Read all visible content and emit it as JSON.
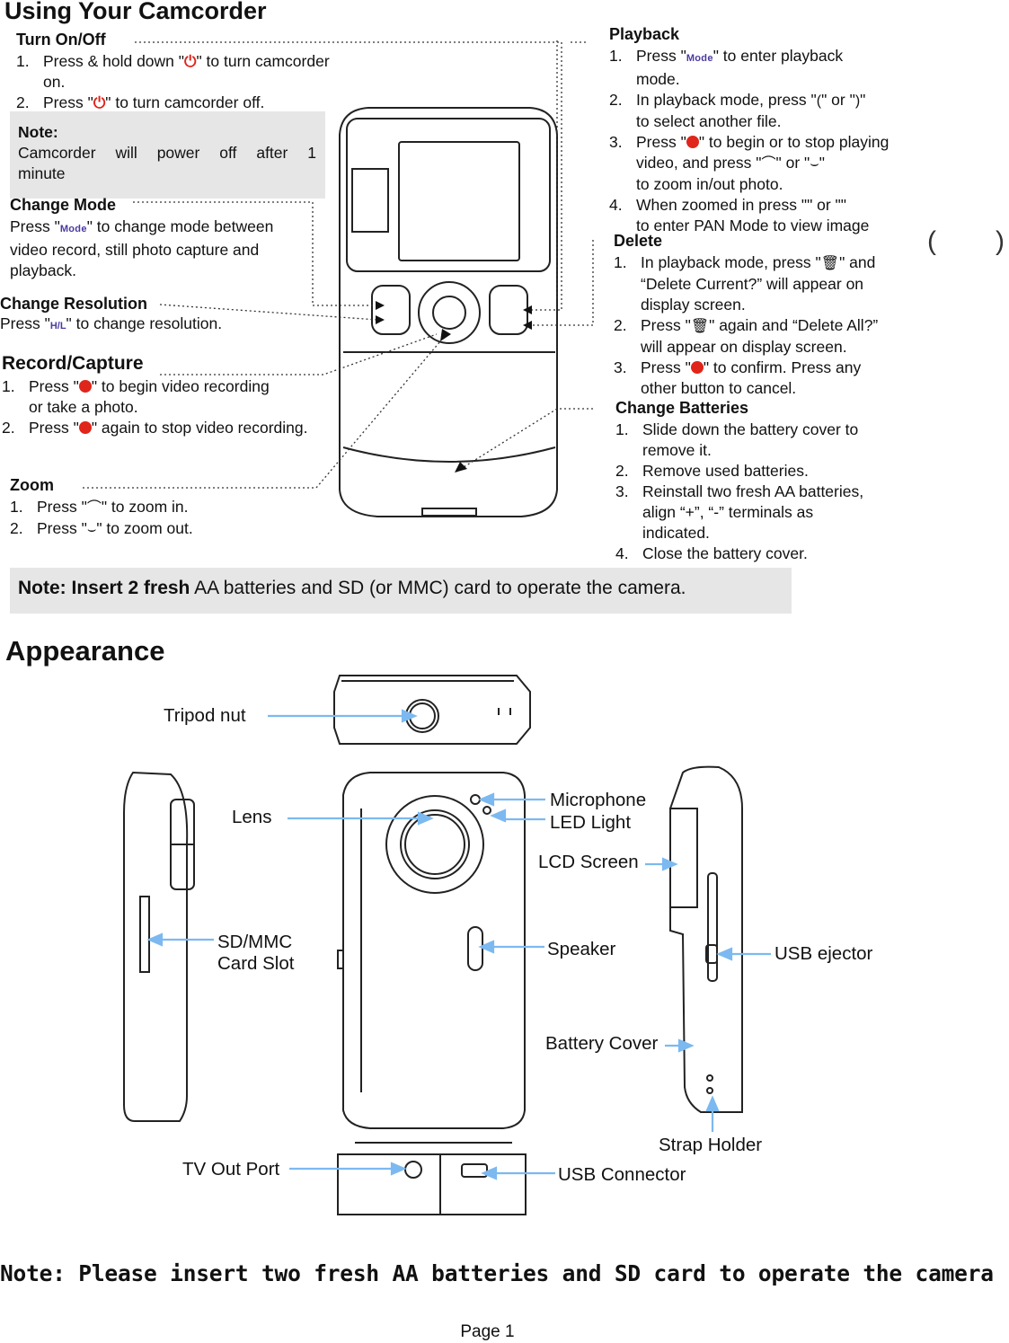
{
  "title": "Using Your Camcorder",
  "turn_on_off": {
    "heading": "Turn On/Off",
    "item1_a": "Press & hold down \"",
    "item1_b": "\" to turn camcorder",
    "item1_c": "on.",
    "item2_a": "Press \"",
    "item2_b": "\" to turn camcorder off."
  },
  "note_box": {
    "heading": "Note:",
    "line1": "Camcorder will power off after 1",
    "line2": "minute"
  },
  "change_mode": {
    "heading": "Change Mode",
    "line1_a": "Press \"",
    "line1_b": "\" to change mode between",
    "line2": "video record, still photo capture and",
    "line3": "playback."
  },
  "change_resolution": {
    "heading": "Change Resolution",
    "line_a": "Press \"",
    "line_b": "\" to change resolution."
  },
  "record_capture": {
    "heading": "Record/Capture",
    "item1_a": "Press \"",
    "item1_b": "\" to begin video recording",
    "item1_c": "or take a photo.",
    "item2_a": "Press \"",
    "item2_b": "\" again to stop video recording."
  },
  "zoom": {
    "heading": "Zoom",
    "item1_a": "Press \"",
    "item1_b": "\" to zoom in.",
    "item2_a": "Press \"",
    "item2_b": "\" to zoom out."
  },
  "playback": {
    "heading": "Playback",
    "item1_a": "Press \"",
    "item1_b": "\" to enter playback",
    "item1_c": "mode.",
    "item2_a": "In playback mode, press \"",
    "item2_mid": "\" or \"",
    "item2_b": "\"",
    "item2_c": "to select another file.",
    "item3_a": "Press \"",
    "item3_b": "\" to begin or to stop playing",
    "item3_c_a": "video, and press \"",
    "item3_c_mid": "\" or \"",
    "item3_c_b": "\"",
    "item3_d": "to zoom in/out photo.",
    "item4_a": "When zoomed in press \"",
    "item4_mid": "\" or \"",
    "item4_b": "\"",
    "item4_c": "to enter PAN Mode to view image"
  },
  "delete": {
    "heading": "Delete",
    "item1_a": "In playback mode, press \"",
    "item1_b": "\" and",
    "item1_c": "“Delete Current?” will appear on",
    "item1_d": "display screen.",
    "item2_a": "Press \"",
    "item2_b": "\" again and “Delete All?”",
    "item2_c": "will appear on display screen.",
    "item3_a": "Press \"",
    "item3_b": "\" to confirm. Press any",
    "item3_c": "other button to cancel."
  },
  "change_batteries": {
    "heading": "Change Batteries",
    "item1a": "Slide down the battery cover to",
    "item1b": "remove it.",
    "item2": "Remove used batteries.",
    "item3a": "Reinstall two fresh AA batteries,",
    "item3b": "align “+”, “-” terminals as",
    "item3c": "indicated.",
    "item4": "Close the battery cover."
  },
  "list_numbers": [
    "1.",
    "2.",
    "3.",
    "4."
  ],
  "badges": {
    "mode": "Mode",
    "hl": "H/L"
  },
  "insert_note": {
    "bold": "Note: Insert 2 fresh",
    "rest": " AA batteries and SD (or MMC) card to operate the camera."
  },
  "appearance": {
    "heading": "Appearance",
    "labels": {
      "tripod_nut": "Tripod nut",
      "lens": "Lens",
      "microphone": "Microphone",
      "led_light": "LED Light",
      "lcd_screen": "LCD Screen",
      "sd_slot_1": "SD/MMC",
      "sd_slot_2": "Card Slot",
      "speaker": "Speaker",
      "usb_ejector": "USB ejector",
      "battery_cover": "Battery Cover",
      "strap_holder": "Strap Holder",
      "tv_out": "TV Out Port",
      "usb_connector": "USB Connector"
    }
  },
  "footer_note": "Note: Please insert two fresh AA batteries and SD card to operate the camera",
  "page_label": "Page 1",
  "colors": {
    "accent_red": "#e0251b",
    "badge_purple": "#4a3aa0",
    "callout_blue": "#7cb9f0",
    "note_gray": "#e6e6e6"
  }
}
